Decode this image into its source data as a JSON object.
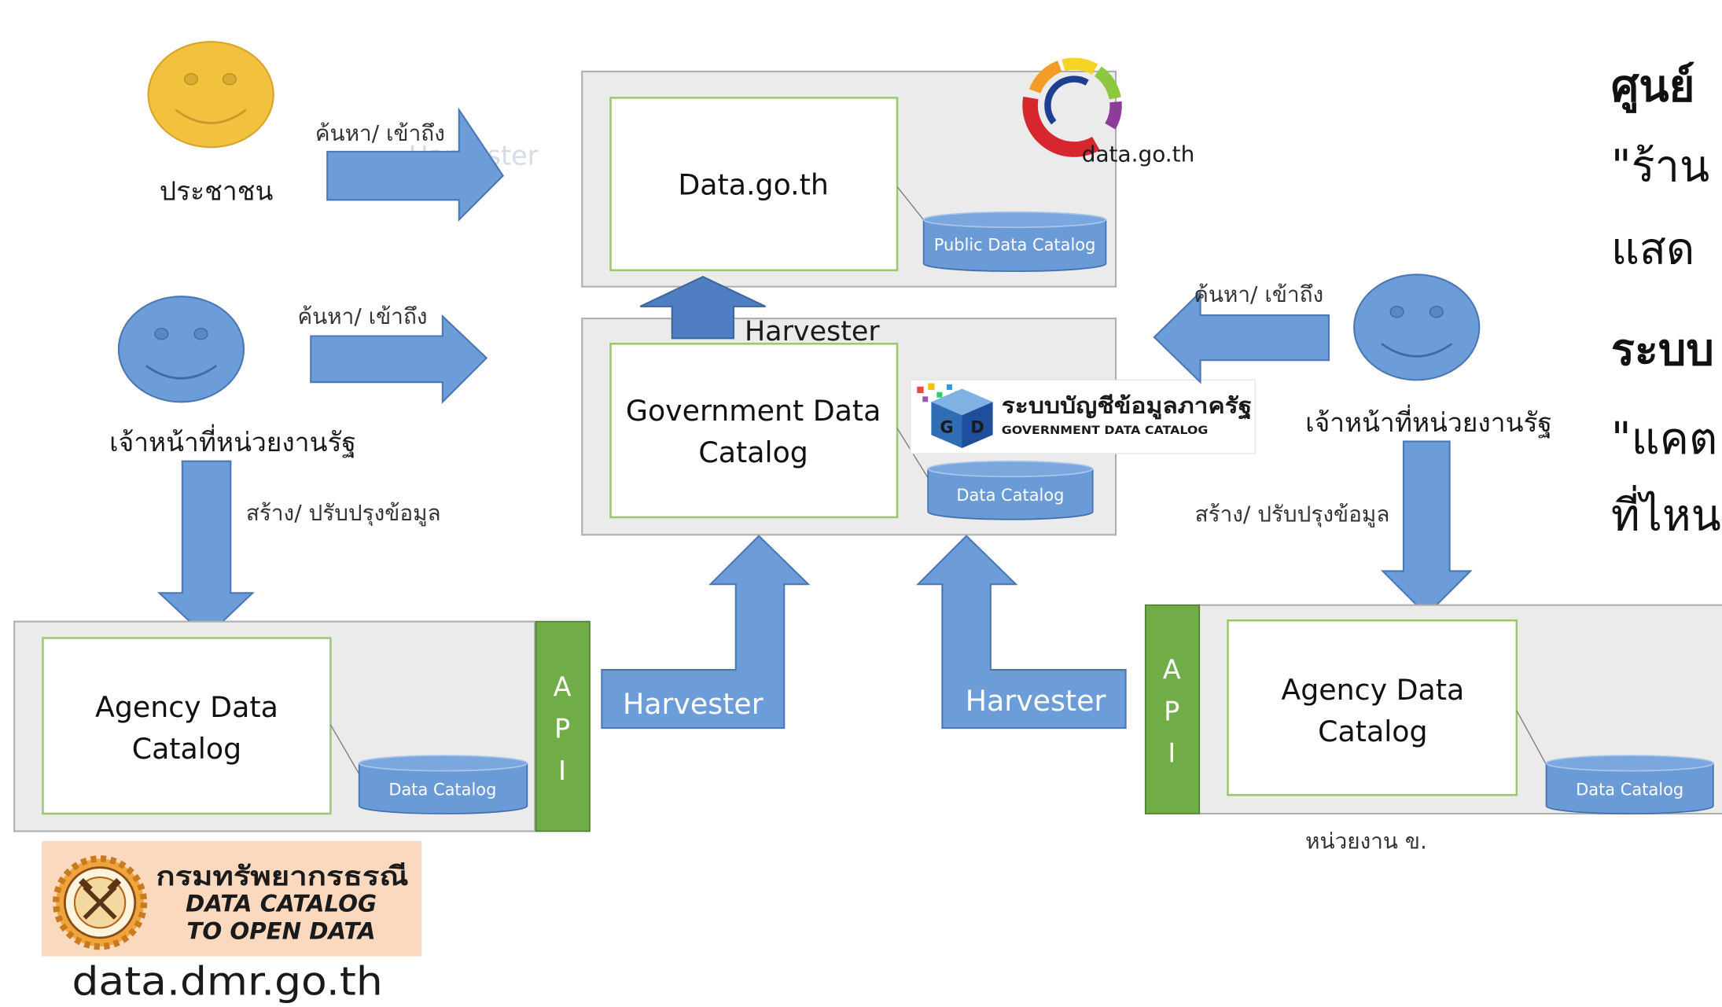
{
  "diagram": {
    "actors": {
      "citizen": {
        "label": "ประชาชน"
      },
      "official_left": {
        "label": "เจ้าหน้าที่หน่วยงานรัฐ"
      },
      "official_right": {
        "label": "เจ้าหน้าที่หน่วยงานรัฐ"
      }
    },
    "flows": {
      "citizen_access": "ค้นหา/ เข้าถึง",
      "official_left_access": "ค้นหา/ เข้าถึง",
      "official_left_update": "สร้าง/ ปรับปรุงข้อมูล",
      "official_right_access": "ค้นหา/ เข้าถึง",
      "official_right_update": "สร้าง/ ปรับปรุงข้อมูล",
      "harvest_to_portal": "Harvester",
      "harvest_from_left": "Harvester",
      "harvest_from_right": "Harvester",
      "ghost_label": "Harvester"
    },
    "portal": {
      "title": "Data.go.th",
      "store": "Public Data Catalog",
      "logo_text": "data.go.th"
    },
    "gdc": {
      "title_lines": [
        "Government Data",
        "Catalog"
      ],
      "store": "Data Catalog",
      "logo_title": "ระบบบัญชีข้อมูลภาครัฐ",
      "logo_subtitle": "GOVERNMENT DATA CATALOG",
      "logo_letters": [
        "G",
        "D"
      ]
    },
    "agency_left": {
      "title_lines": [
        "Agency Data",
        "Catalog"
      ],
      "store": "Data Catalog",
      "api": [
        "A",
        "P",
        "I"
      ]
    },
    "agency_right": {
      "title_lines": [
        "Agency Data",
        "Catalog"
      ],
      "store": "Data Catalog",
      "api": [
        "A",
        "P",
        "I"
      ],
      "caption": "หน่วยงาน ข."
    }
  },
  "side_text": {
    "line1": "ศูนย์",
    "line2": "\"ร้าน",
    "line3": "แสด",
    "line4": "ระบบ",
    "line5": "\"แคต",
    "line6": "ที่ไหน"
  },
  "dmr": {
    "title": "กรมทรัพยากรธรณี",
    "line1": "DATA CATALOG",
    "line2": "TO OPEN DATA",
    "url": "data.dmr.go.th"
  },
  "colors": {
    "arrow": "#6d9dd8",
    "arrow_dark": "#4f7fc2",
    "api": "#70ad47",
    "box": "#ebebeb",
    "inner_border": "#9bc76e",
    "cylinder": "#6b9bd6",
    "citizen_face": "#f2c23f",
    "official_face": "#6d9dd8",
    "dmr_background": "#fbd9bf",
    "dmr_title": "#1f2a5a",
    "dmr_accent": "#e5401c"
  },
  "icons": {
    "citizen": "smiley-face-icon",
    "officials": "smiley-face-icon",
    "portal_logo": "data-go-th-ring-logo",
    "gdc_logo": "gdc-cube-logo",
    "dmr_logo": "gear-emblem-logo"
  }
}
